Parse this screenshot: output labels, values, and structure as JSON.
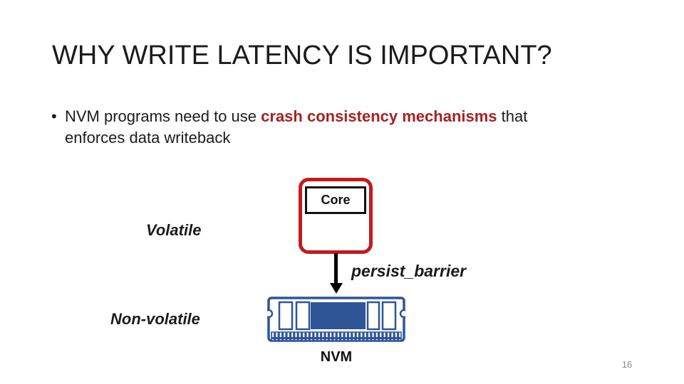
{
  "slide": {
    "title": "WHY WRITE LATENCY IS IMPORTANT?",
    "bullet": {
      "marker": "•",
      "seg_normal_1": "NVM programs need to use ",
      "seg_red_bold": "crash consistency mechanisms",
      "seg_normal_2": " that",
      "line2": "enforces data writeback"
    },
    "diagram": {
      "core_label": "Core",
      "volatile_label": "Volatile",
      "nonvolatile_label": "Non-volatile",
      "arrow_label": "persist_barrier",
      "nvm_label": "NVM"
    },
    "page_number": "16",
    "colors": {
      "accent_red_outline": "#c11b1f",
      "emphasis_text_red": "#a52222",
      "dimm_blue": "#2f5597",
      "page_number_gray": "#8a8a8a",
      "text_black": "#1b1b1b"
    }
  }
}
